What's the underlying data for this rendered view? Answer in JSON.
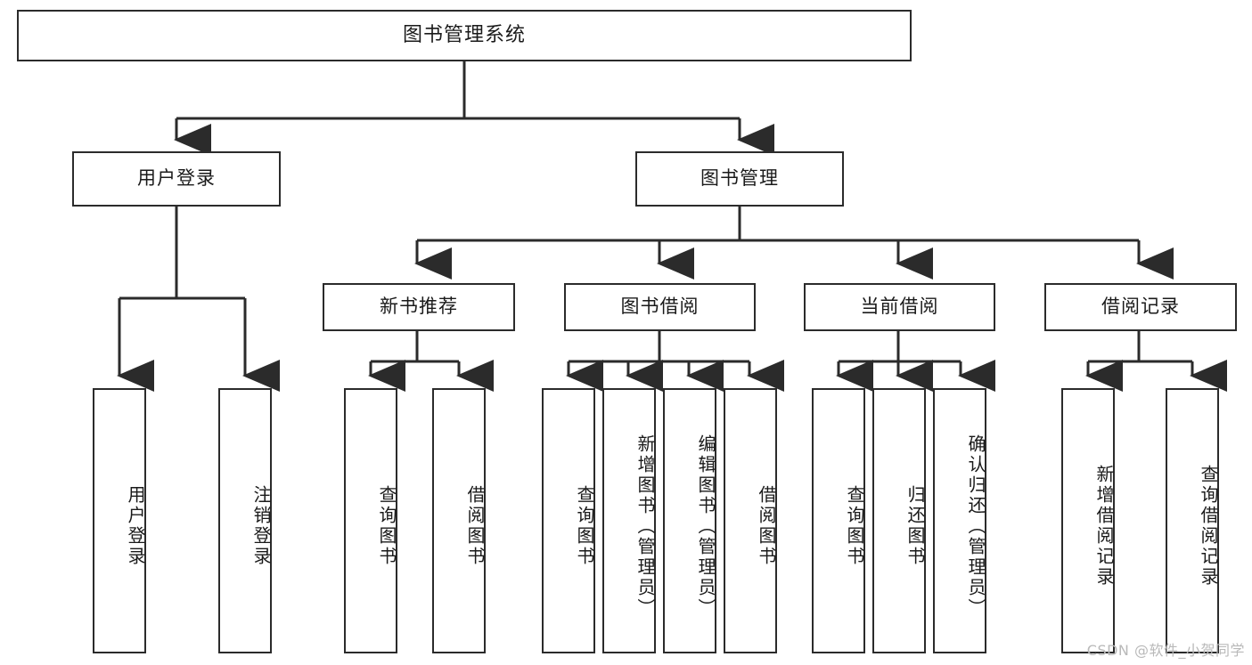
{
  "diagram": {
    "type": "tree",
    "title": "图书管理系统",
    "watermark": "CSDN @软件_小贺同学",
    "colors": {
      "box_border": "#2b2b2b",
      "box_fill": "#ffffff",
      "line": "#2b2b2b",
      "text": "#1a1a1a",
      "watermark": "#b9b9b9",
      "background": "#ffffff"
    },
    "levels": {
      "root": {
        "label": "图书管理系统"
      },
      "level2": [
        {
          "label": "用户登录"
        },
        {
          "label": "图书管理"
        }
      ],
      "level3": [
        {
          "label": "新书推荐"
        },
        {
          "label": "图书借阅"
        },
        {
          "label": "当前借阅"
        },
        {
          "label": "借阅记录"
        }
      ],
      "leaves": {
        "user_login": [
          {
            "label": "用户登录"
          },
          {
            "label": "注销登录"
          }
        ],
        "new_book_recommend": [
          {
            "label": "查询图书"
          },
          {
            "label": "借阅图书"
          }
        ],
        "book_borrow": [
          {
            "label": "查询图书"
          },
          {
            "label": "新增图书（管理员）"
          },
          {
            "label": "编辑图书（管理员）"
          },
          {
            "label": "借阅图书"
          }
        ],
        "current_borrow": [
          {
            "label": "查询图书"
          },
          {
            "label": "归还图书"
          },
          {
            "label": "确认归还（管理员）"
          }
        ],
        "borrow_records": [
          {
            "label": "新增借阅记录"
          },
          {
            "label": "查询借阅记录"
          }
        ]
      }
    }
  }
}
